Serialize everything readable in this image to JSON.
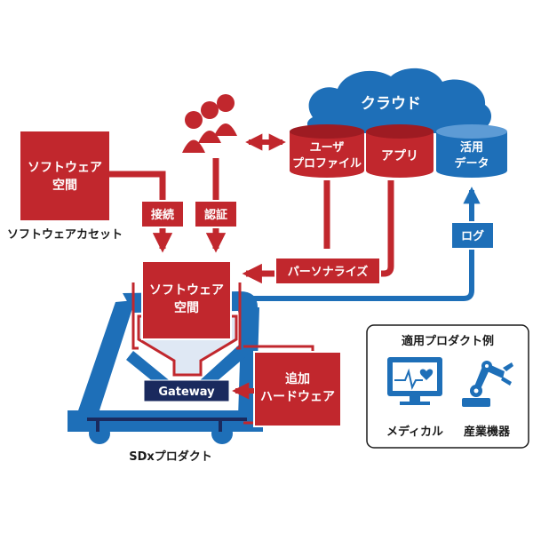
{
  "colors": {
    "red": "#c1272d",
    "dark_red": "#9e1b22",
    "blue": "#1e6fb8",
    "light_blue": "#5d9bd5",
    "navy": "#1a2a5e"
  },
  "software_space_box": {
    "line1": "ソフトウェア",
    "line2": "空間"
  },
  "software_cassette_label": "ソフトウェアカセット",
  "connect_label": "接続",
  "auth_label": "認証",
  "cloud": {
    "title": "クラウド",
    "user_profile": {
      "line1": "ユーザ",
      "line2": "プロファイル"
    },
    "apps": "アプリ",
    "usage_data": {
      "line1": "活用",
      "line2": "データ"
    }
  },
  "personalize_label": "パーソナライズ",
  "log_label": "ログ",
  "product_software_space": {
    "line1": "ソフトウェア",
    "line2": "空間"
  },
  "gateway_label": "Gateway",
  "additional_hardware": {
    "line1": "追加",
    "line2": "ハードウェア"
  },
  "product_label": "SDxプロダクト",
  "examples": {
    "title": "適用プロダクト例",
    "medical": "メディカル",
    "industrial": "産業機器"
  }
}
